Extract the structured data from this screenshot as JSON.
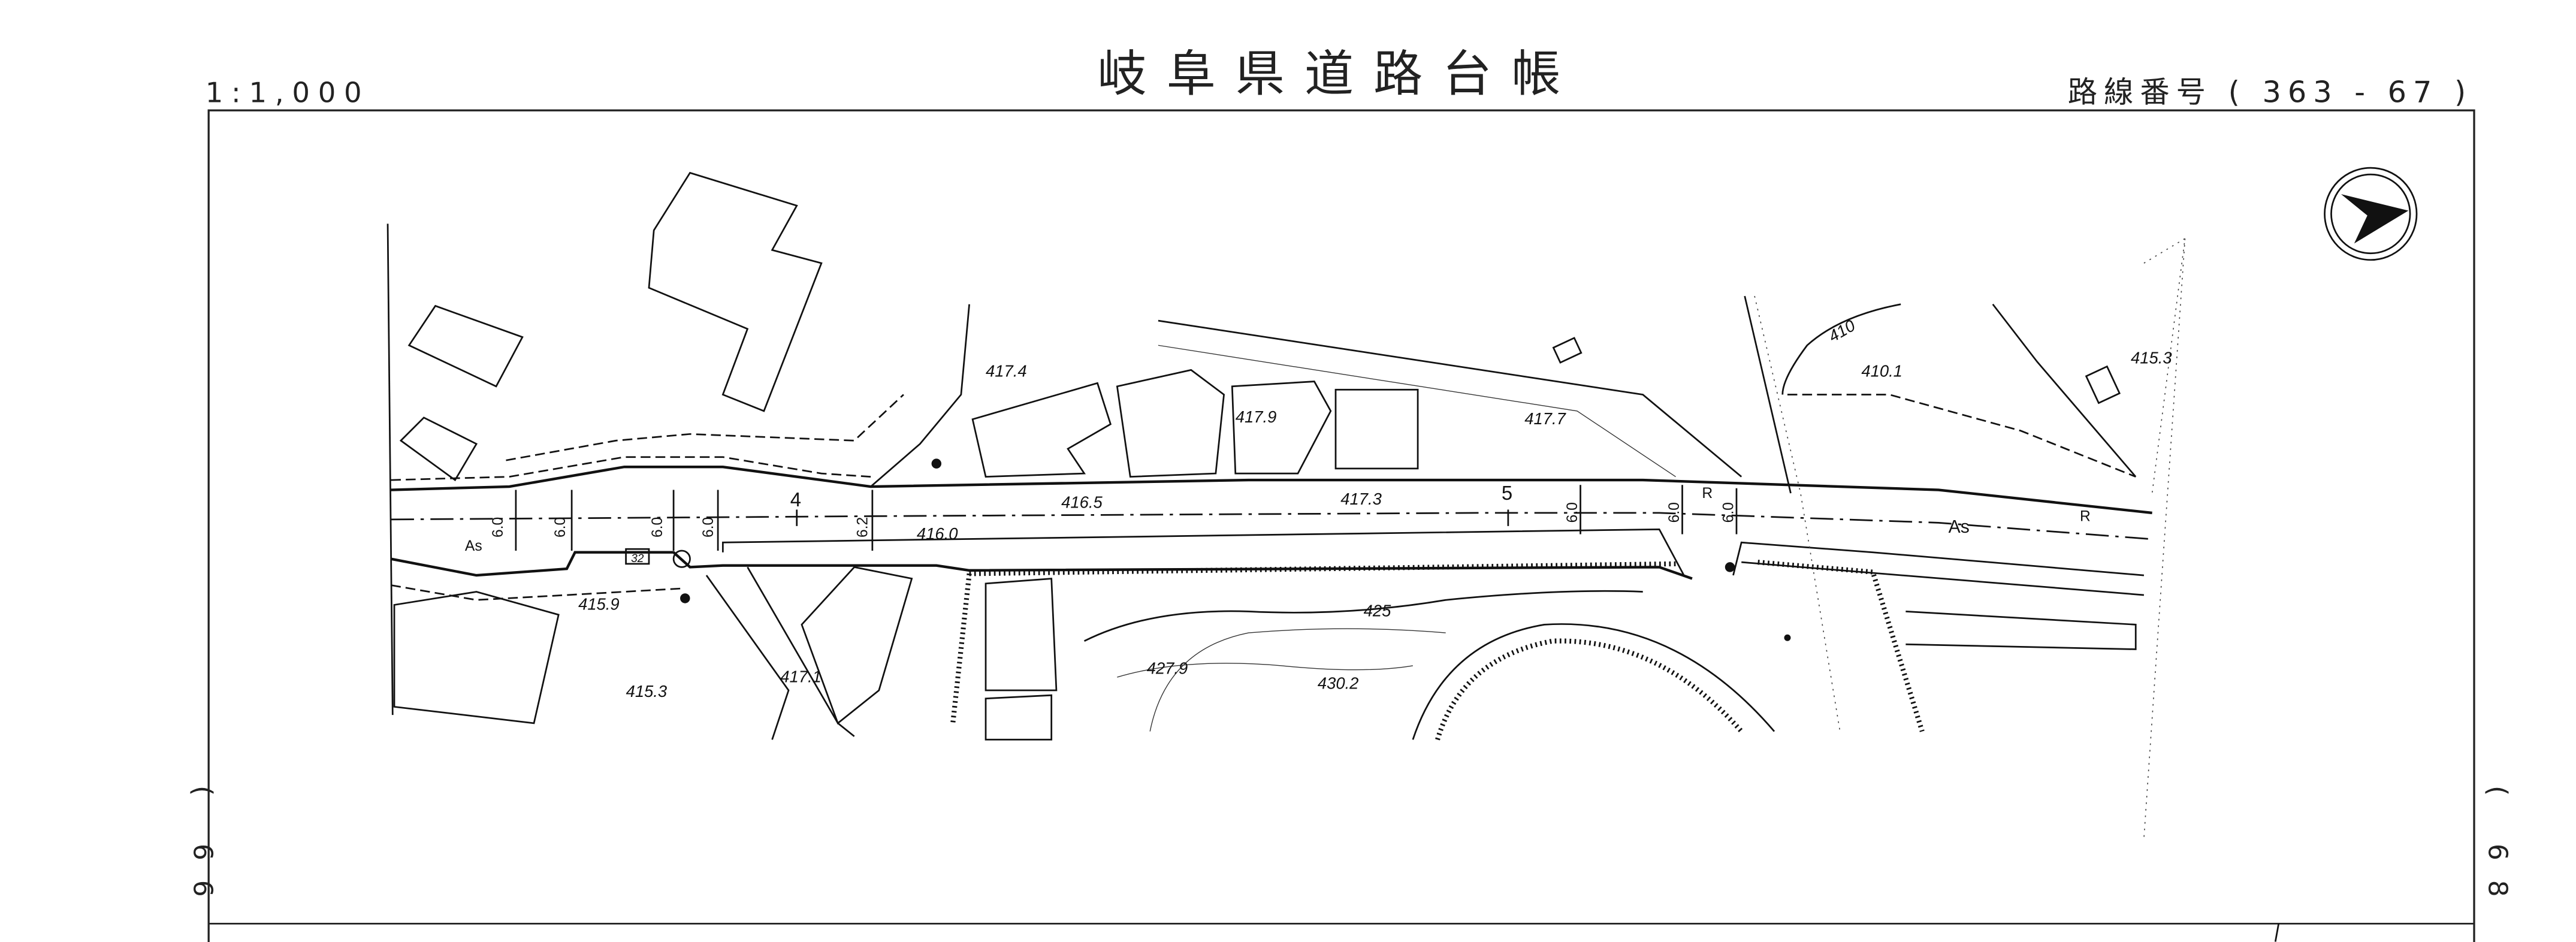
{
  "header": {
    "scale": "1:1,000",
    "title": "岐阜県道路台帳",
    "route_number": "路線番号 ( 363 - 67 )"
  },
  "side": {
    "left_sheet": "( 66 -",
    "right_sheet": "( 68 -"
  },
  "north_arrow": "north-arrow-icon",
  "map_labels": {
    "elev_417_4": "417.4",
    "elev_417_9": "417.9",
    "elev_417_7": "417.7",
    "contour_410": "410",
    "elev_410_1": "410.1",
    "elev_415_3_ne": "415.3",
    "elev_416_5": "416.5",
    "elev_417_3": "417.3",
    "elev_416_0": "416.0",
    "elev_415_9": "415.9",
    "elev_415_3_sw": "415.3",
    "elev_417_1": "417.1",
    "contour_425": "425",
    "elev_427_9": "427.9",
    "elev_430_2": "430.2",
    "station_4": "4",
    "station_5": "5",
    "pavement_as_1": "As",
    "pavement_as_2": "As",
    "r_1": "R",
    "r_2": "R",
    "width_1": "6.0",
    "width_2": "6.0",
    "width_3": "6.0",
    "width_4": "6.0",
    "width_5": "6.2",
    "width_6": "6.0",
    "width_7": "6.0",
    "width_8": "6.0",
    "route_marker": "32"
  }
}
